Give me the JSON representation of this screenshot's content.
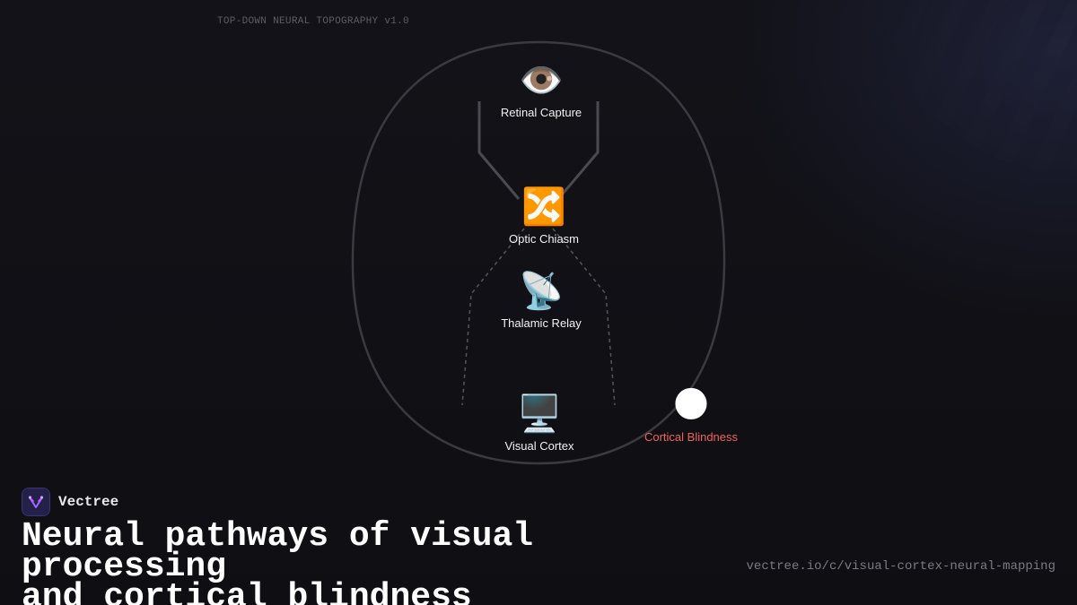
{
  "diagram": {
    "caption": "TOP-DOWN NEURAL TOPOGRAPHY v1.0",
    "nodes": {
      "retina": {
        "icon": "eye-icon",
        "emoji": "👁️",
        "label": "Retinal Capture"
      },
      "chiasm": {
        "icon": "shuffle-icon",
        "emoji": "🔀",
        "label": "Optic Chiasm"
      },
      "thalamus": {
        "icon": "satellite-dish-icon",
        "emoji": "📡",
        "label": "Thalamic Relay"
      },
      "cortex": {
        "icon": "desktop-computer-icon",
        "emoji": "🖥️",
        "label": "Visual Cortex"
      },
      "blindness": {
        "icon": "new-moon-icon",
        "emoji": "🌑",
        "label": "Cortical Blindness",
        "color": "#f06060"
      }
    },
    "colors": {
      "outline": "#3a3a40",
      "solid_path": "#4a4a50",
      "dashed_path": "#55555c"
    }
  },
  "footer": {
    "brand_name": "Vectree",
    "brand_icon": "vectree-logo-icon",
    "headline_line1": "Neural pathways of visual processing",
    "headline_line2": "and cortical blindness",
    "url": "vectree.io/c/visual-cortex-neural-mapping"
  }
}
